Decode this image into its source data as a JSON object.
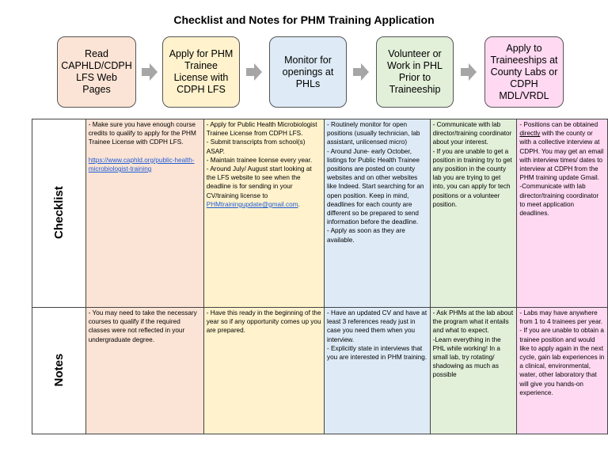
{
  "title": "Checklist and Notes for PHM Training Application",
  "steps": [
    {
      "label": "Read CAPHLD/CDPH LFS Web Pages",
      "color": "#fbe4d5"
    },
    {
      "label": "Apply for PHM Trainee License with CDPH LFS",
      "color": "#fff2cc"
    },
    {
      "label": "Monitor for openings at PHLs",
      "color": "#deebf7"
    },
    {
      "label": "Volunteer or Work in PHL Prior to Traineeship",
      "color": "#e2efd9"
    },
    {
      "label": "Apply to Traineeships at County Labs or CDPH MDL/VRDL",
      "color": "#ffd9f2"
    }
  ],
  "rows": {
    "checklist_label": "Checklist",
    "notes_label": "Notes"
  },
  "checklist": {
    "col1": {
      "text": "- Make sure you have enough course credits to qualify to apply for the PHM Trainee License with CDPH LFS.",
      "link": "https://www.caphld.org/public-health-microbiologist-training"
    },
    "col2": {
      "lines": [
        "- Apply for Public Health Microbiologist Trainee License from CDPH LFS.",
        "- Submit transcripts from school(s) ASAP.",
        "- Maintain trainee license every year.",
        "- Around July/ August start looking at the LFS website to see when the deadline is for sending in your CV/training license to"
      ],
      "email": "PHMtrainingupdate@gmail.com",
      "email_suffix": "."
    },
    "col3": {
      "lines": [
        "- Routinely monitor for open positions (usually technician, lab assistant, unlicensed micro)",
        "- Around June- early October, listings for Public Health Trainee positions are posted on county websites and on other websites like Indeed. Start searching for an open position. Keep in mind, deadlines for each county are different so be prepared to send information before the deadline.",
        "- Apply as soon as they are available."
      ]
    },
    "col4": {
      "lines": [
        "- Communicate with lab director/training coordinator about your interest.",
        "- If you are unable to get a position in training try to get any position in the county lab you are trying to get into, you can apply for tech positions or a volunteer position."
      ]
    },
    "col5": {
      "pre": "- Positions can be obtained ",
      "emph": "directly",
      "post": " with the county or with a collective interview at CDPH. You may get an email with interview times/ dates to interview at CDPH from the PHM training update Gmail.",
      "line2": "-Communicate with lab director/training coordinator to meet application deadlines."
    }
  },
  "notes": {
    "col1": "- You may need to take the necessary courses to qualify if the required classes were not reflected in your undergraduate degree.",
    "col2": "- Have this ready in the beginning of the year so if any opportunity comes up you are prepared.",
    "col3": [
      "- Have an updated CV and have at least 3 references ready just in case you need them when you interview.",
      "- Explicitly state in interviews that you are interested in PHM training."
    ],
    "col4": [
      "- Ask PHMs at the lab about the program what it entails and what to expect.",
      "-Learn everything in the PHL while working! In a small lab, try rotating/ shadowing as much as possible"
    ],
    "col5": [
      "- Labs may have anywhere from 1 to 4 trainees per year.",
      "- If you are unable to obtain a trainee position and would like to apply again in the next cycle, gain lab experiences in a clinical, environmental, water, other laboratory that will give you hands-on experience."
    ]
  }
}
